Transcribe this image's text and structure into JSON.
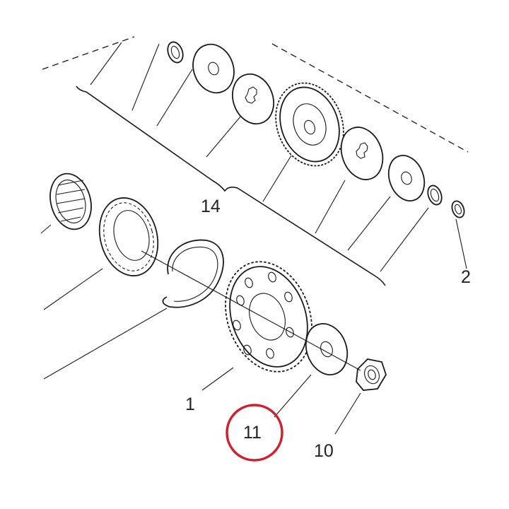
{
  "diagram": {
    "callouts": {
      "c14": "14",
      "c1": "1",
      "c11": "11",
      "c10": "10",
      "c2": "2"
    },
    "highlight_color": "#d0202e",
    "highlighted_callout": "11",
    "line_color": "#1a1a1a"
  }
}
